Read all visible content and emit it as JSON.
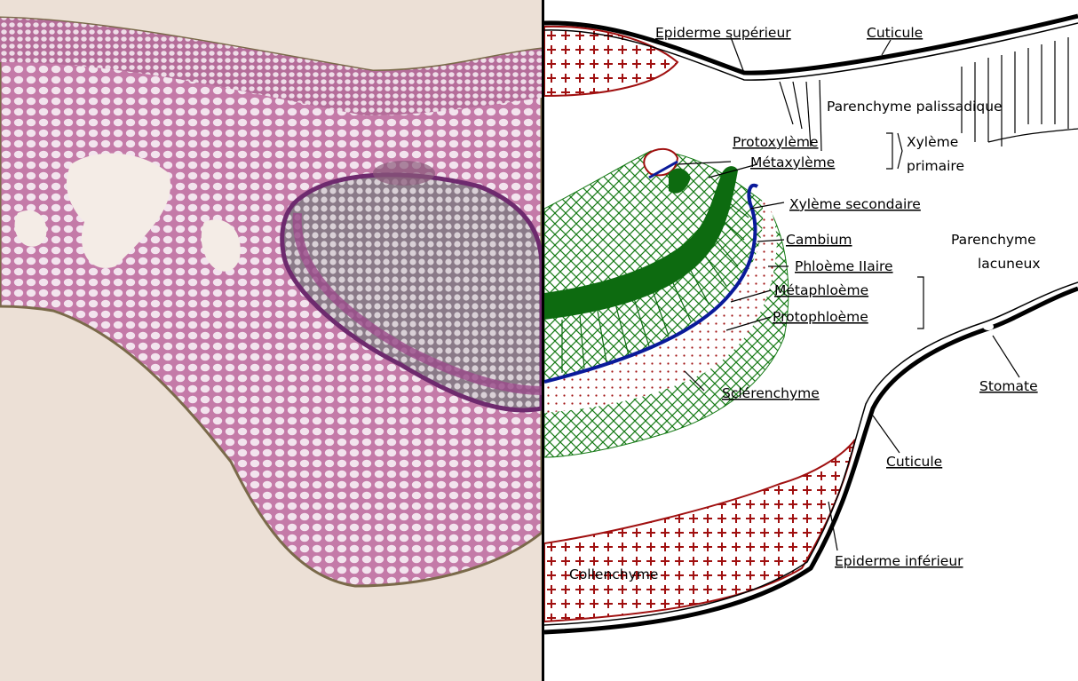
{
  "colors": {
    "photo_background": "#ece0d6",
    "tissue_pink": "#c47aa8",
    "cell_light": "#f3e4ee",
    "vascular_gray": "#8a7a88",
    "scale_green": "#0d6b10",
    "cambium_blue": "#0a1a9a",
    "plus_red": "#a01010",
    "hatch_green": "#167a16"
  },
  "labels": {
    "epiderme_superieur": "Epiderme supérieur",
    "cuticule_top": "Cuticule",
    "parenchyme_palissadique": "Parenchyme palissadique",
    "protoxyleme": "Protoxylème",
    "metaxyleme": "Métaxylème",
    "xyleme_primaire_1": "Xylème",
    "xyleme_primaire_2": "primaire",
    "xyleme_secondaire": "Xylème secondaire",
    "cambium": "Cambium",
    "parenchyme_lacuneux_1": "Parenchyme",
    "parenchyme_lacuneux_2": "lacuneux",
    "phloeme_iiaire": "Phloème IIaire",
    "metaphloeme": "Métaphloème",
    "protophloeme": "Protophloème",
    "sclerenchyme": "Sclérenchyme",
    "stomate": "Stomate",
    "cuticule_bottom": "Cuticule",
    "epiderme_inferieur": "Epiderme inférieur",
    "collenchyme": "Collenchyme"
  }
}
